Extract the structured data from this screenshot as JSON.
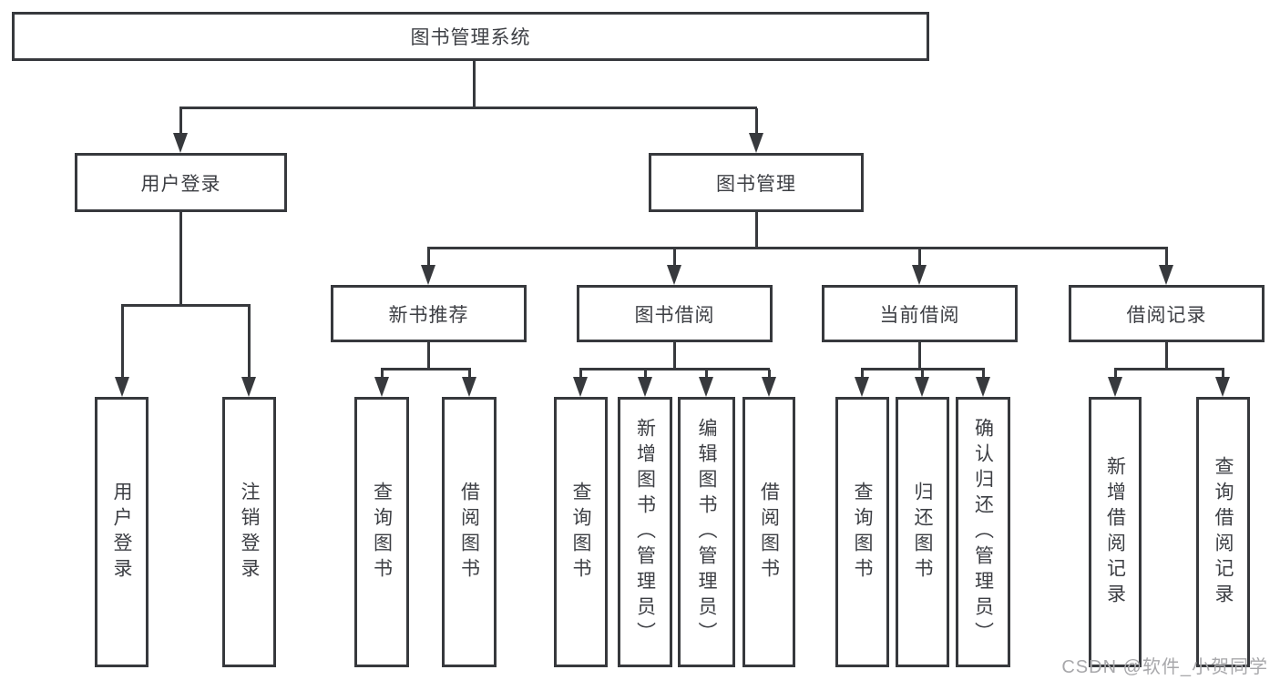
{
  "diagram": {
    "root": {
      "label": "图书管理系统"
    },
    "branches": [
      {
        "label": "用户登录",
        "children": [
          {
            "label": "用户登录"
          },
          {
            "label": "注销登录"
          }
        ]
      },
      {
        "label": "图书管理",
        "children": [
          {
            "label": "新书推荐",
            "children": [
              {
                "label": "查询图书"
              },
              {
                "label": "借阅图书"
              }
            ]
          },
          {
            "label": "图书借阅",
            "children": [
              {
                "label": "查询图书"
              },
              {
                "label": "新增图书（管理员）"
              },
              {
                "label": "编辑图书（管理员）"
              },
              {
                "label": "借阅图书"
              }
            ]
          },
          {
            "label": "当前借阅",
            "children": [
              {
                "label": "查询图书"
              },
              {
                "label": "归还图书"
              },
              {
                "label": "确认归还（管理员）"
              }
            ]
          },
          {
            "label": "借阅记录",
            "children": [
              {
                "label": "新增借阅记录"
              },
              {
                "label": "查询借阅记录"
              }
            ]
          }
        ]
      }
    ]
  },
  "watermark": {
    "text": "CSDN @软件_小贺同学"
  },
  "colors": {
    "line": "#37393d",
    "text": "#3d3f44",
    "watermark": "#a8a8ab",
    "background": "#ffffff"
  }
}
